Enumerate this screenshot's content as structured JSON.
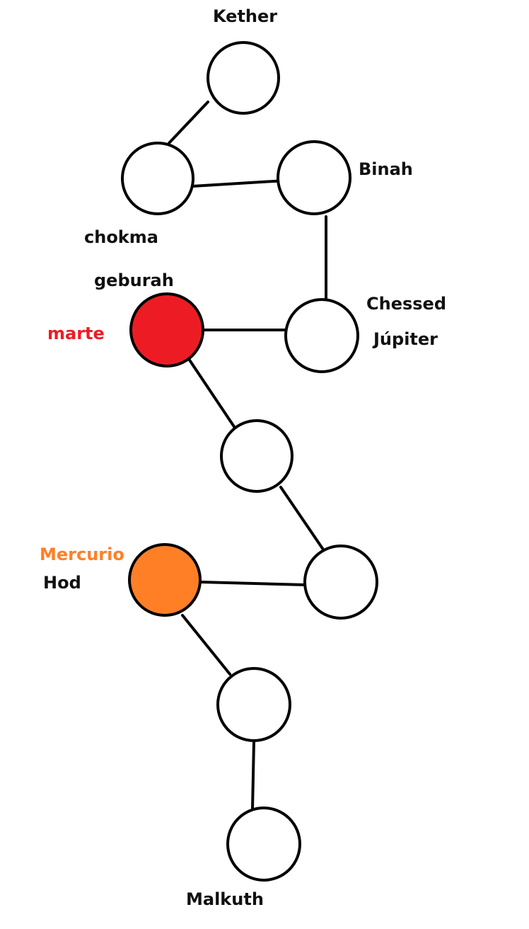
{
  "colors": {
    "stroke": "#000000",
    "node_default": "#ffffff",
    "text_default": "#111111",
    "marte": "#ed1c24",
    "mercurio": "#ff7f27"
  },
  "nodes": [
    {
      "id": "kether",
      "fill": "#ffffff"
    },
    {
      "id": "chokma",
      "fill": "#ffffff"
    },
    {
      "id": "binah",
      "fill": "#ffffff"
    },
    {
      "id": "chessed",
      "fill": "#ffffff"
    },
    {
      "id": "geburah",
      "fill": "#ed1c24"
    },
    {
      "id": "tiphareth",
      "fill": "#ffffff"
    },
    {
      "id": "netzach",
      "fill": "#ffffff"
    },
    {
      "id": "hod",
      "fill": "#ff7f27"
    },
    {
      "id": "yesod",
      "fill": "#ffffff"
    },
    {
      "id": "malkuth",
      "fill": "#ffffff"
    }
  ],
  "edges": [
    [
      "kether",
      "chokma"
    ],
    [
      "chokma",
      "binah"
    ],
    [
      "binah",
      "chessed"
    ],
    [
      "geburah",
      "chessed"
    ],
    [
      "geburah",
      "tiphareth"
    ],
    [
      "tiphareth",
      "netzach"
    ],
    [
      "hod",
      "netzach"
    ],
    [
      "hod",
      "yesod"
    ],
    [
      "yesod",
      "malkuth"
    ]
  ],
  "labels": {
    "kether": "Kether",
    "binah": "Binah",
    "chokma": "chokma",
    "geburah": "geburah",
    "chessed": "Chessed",
    "jupiter": "Júpiter",
    "marte": "marte",
    "mercurio": "Mercurio",
    "hod": "Hod",
    "malkuth": "Malkuth"
  }
}
